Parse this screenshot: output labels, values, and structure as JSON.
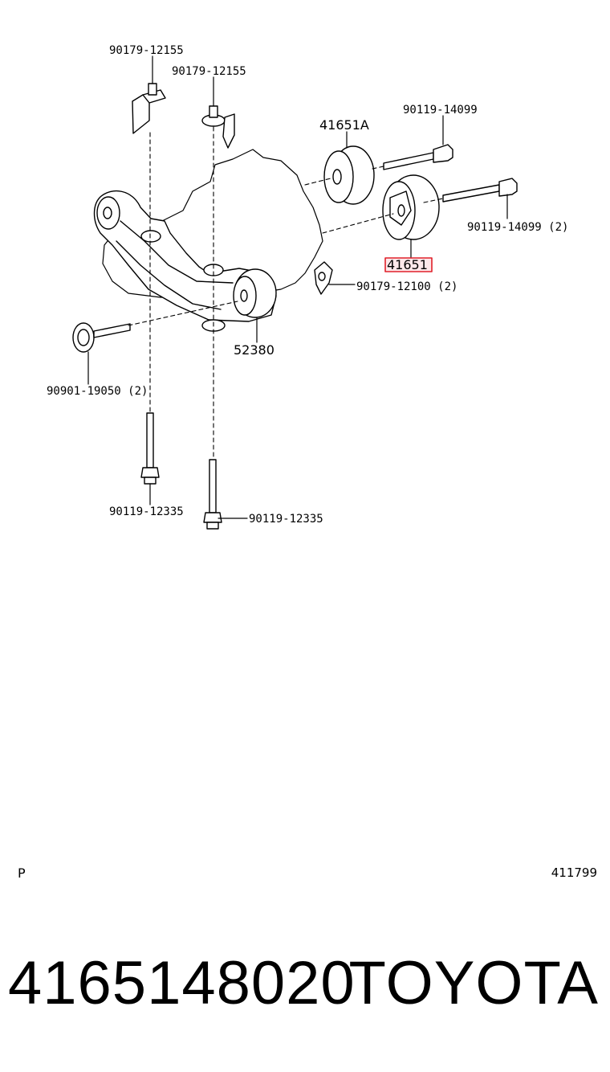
{
  "diagram": {
    "labels": {
      "bolt_top_left": "90179-12155",
      "bolt_top_mid": "90179-12155",
      "bushing_a": "41651A",
      "bolt_upper_right": "90119-14099",
      "bolt_lower_right": "90119-14099 (2)",
      "bushing_main": "41651",
      "nut_right": "90179-12100 (2)",
      "mount_center": "52380",
      "bolt_left": "90901-19050 (2)",
      "stud_bottom_left": "90119-12335",
      "stud_bottom_mid": "90119-12335"
    },
    "highlight_color": "#e0202a"
  },
  "footer": {
    "left_code": "P",
    "right_code": "411799"
  },
  "caption": {
    "part_number": "4165148020",
    "brand": "TOYOTA"
  }
}
